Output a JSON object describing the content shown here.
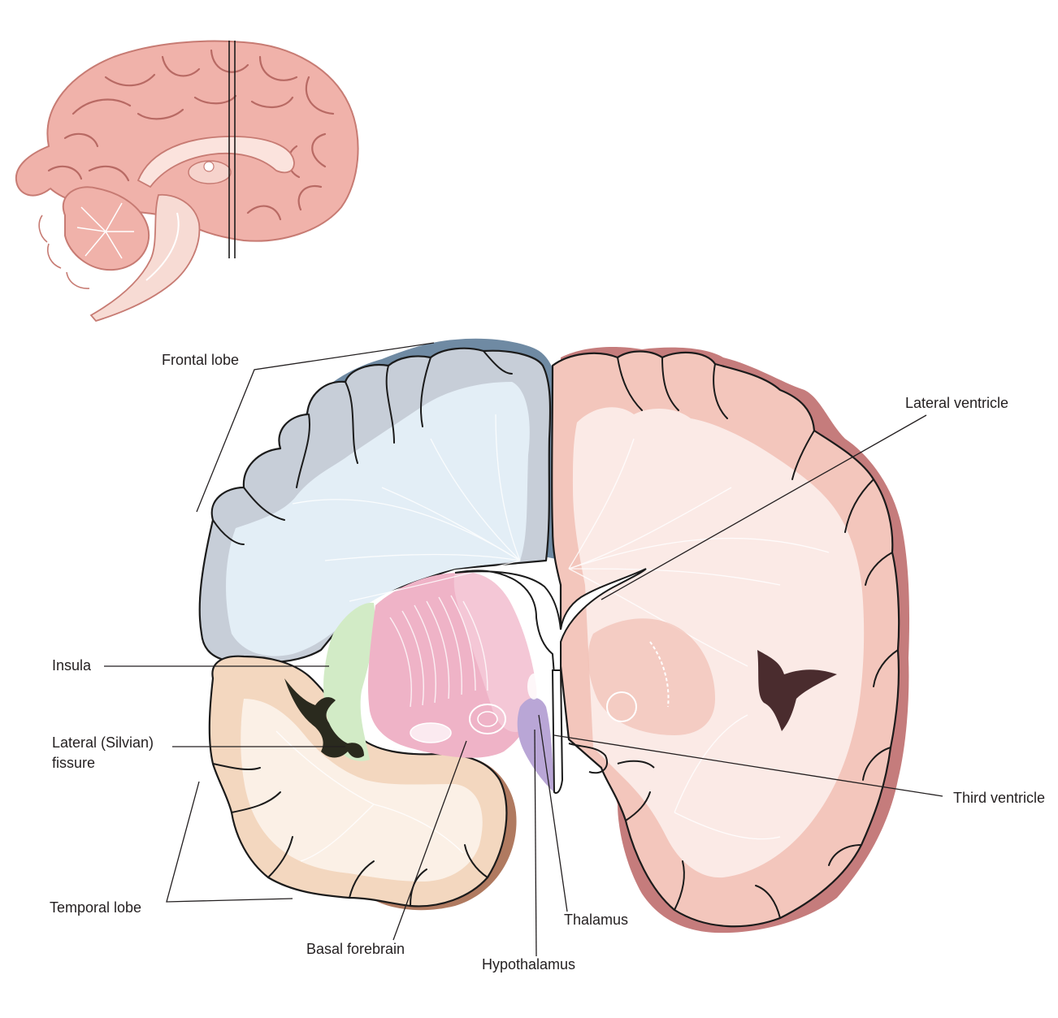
{
  "diagram": {
    "labels": {
      "frontal_lobe": "Frontal lobe",
      "lateral_ventricle": "Lateral ventricle",
      "insula": "Insula",
      "lateral_fissure_line1": "Lateral (Silvian)",
      "lateral_fissure_line2": "fissure",
      "third_ventricle": "Third ventricle",
      "temporal_lobe": "Temporal lobe",
      "thalamus": "Thalamus",
      "basal_forebrain": "Basal forebrain",
      "hypothalamus": "Hypothalamus"
    },
    "colors": {
      "frontal_lobe": "#c7ced8",
      "frontal_shadow": "#6f8aa3",
      "frontal_white_matter": "#e3eef6",
      "right_hemisphere": "#f3c6bc",
      "right_shadow": "#c57c7c",
      "right_white_matter": "#fbeae6",
      "temporal_lobe": "#f3d7bf",
      "temporal_shadow": "#b07a60",
      "temporal_white_matter": "#fbf0e6",
      "insula": "#d2ebc6",
      "basal_forebrain": "#efb3c7",
      "hypothalamus": "#b9a6d6",
      "thalamus": "#f4c7d6",
      "fissure": "#2a2a1e",
      "ventricle_dark": "#4a2c2e",
      "sagittal_brain": "#f0b2aa",
      "sagittal_outline": "#c77b73"
    }
  }
}
